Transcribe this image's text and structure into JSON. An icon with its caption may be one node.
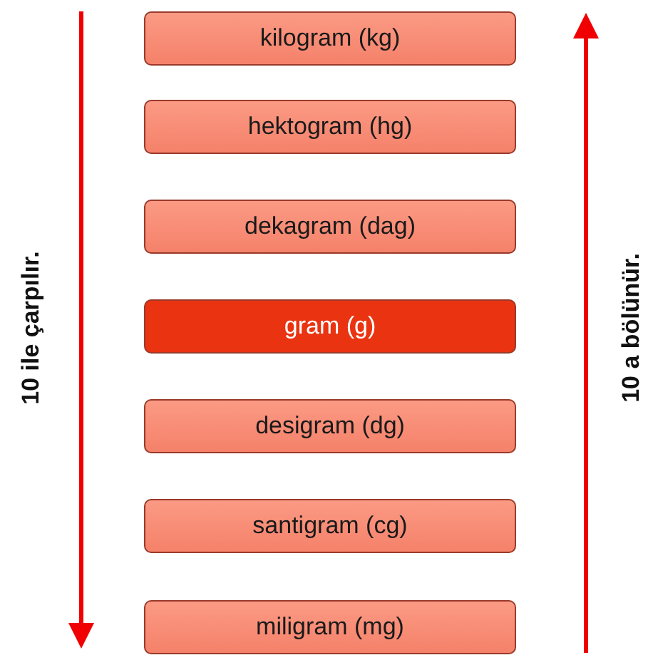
{
  "diagram": {
    "nodes": [
      {
        "text": [
          "kilogram (kg)"
        ]
      },
      {
        "text": [
          "hektogram (hg)"
        ]
      },
      {
        "text": [
          "dekagram (dag)"
        ]
      },
      {
        "text": [
          "gram (g)"
        ]
      },
      {
        "text": [
          "desigram (dg)"
        ]
      },
      {
        "text": [
          "santigram (cg)"
        ]
      },
      {
        "text": [
          "miligram (mg)"
        ]
      }
    ],
    "edges": [],
    "labels": [
      "10 ile çarpılır.",
      "10 a bölünür."
    ]
  }
}
